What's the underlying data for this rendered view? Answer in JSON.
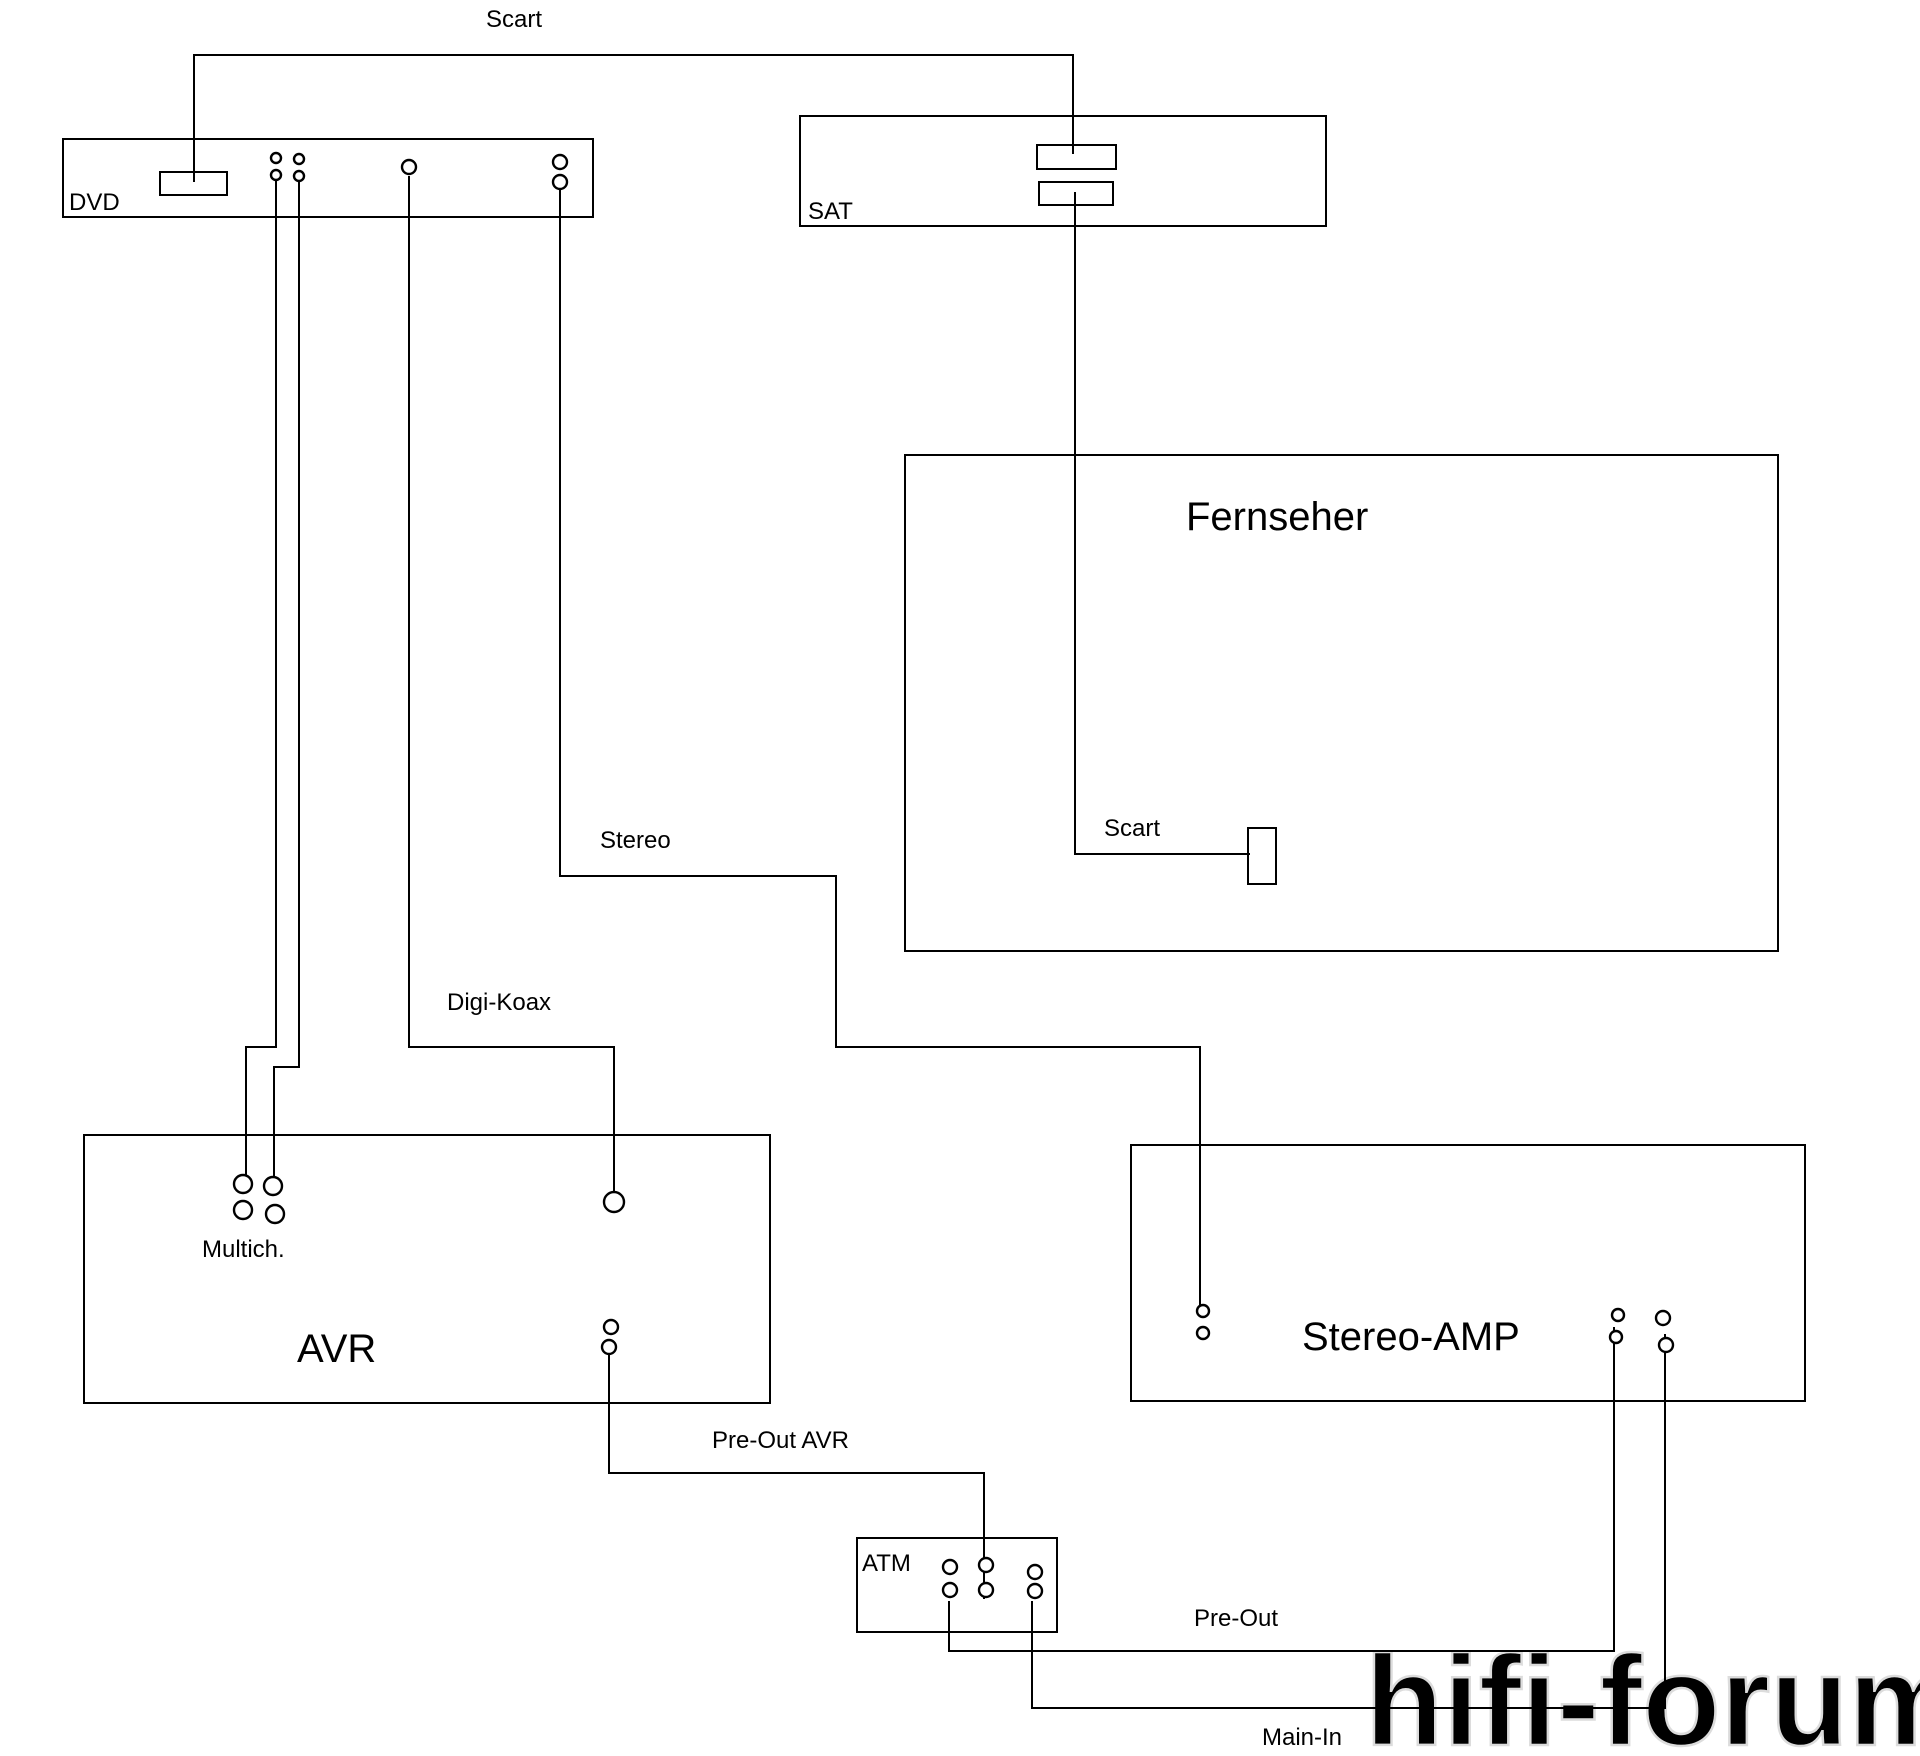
{
  "devices": {
    "dvd": "DVD",
    "sat": "SAT",
    "tv": "Fernseher",
    "avr": "AVR",
    "stereo_amp": "Stereo-AMP",
    "atm": "ATM"
  },
  "connections": {
    "scart_top": "Scart",
    "scart_tv": "Scart",
    "stereo": "Stereo",
    "digi_koax": "Digi-Koax",
    "multich": "Multich.",
    "pre_out_avr": "Pre-Out AVR",
    "pre_out": "Pre-Out",
    "main_in": "Main-In"
  },
  "watermark": "hifi-forum.de"
}
